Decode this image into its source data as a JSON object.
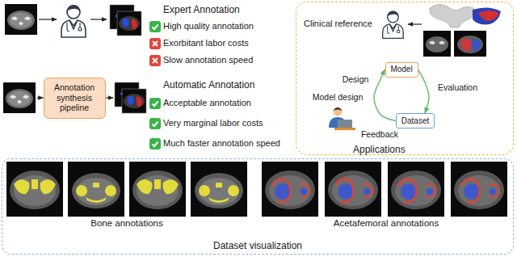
{
  "diagram": {
    "nodes": [
      {
        "text": [
          "Annotation synthesis pipeline"
        ]
      },
      {
        "text": [
          "Applications"
        ]
      },
      {
        "text": [
          "Model"
        ],
        "in": 1
      },
      {
        "text": [
          "Dataset"
        ],
        "in": 1
      },
      {
        "text": [
          "Dataset visualization"
        ]
      }
    ],
    "edges": [
      {
        "from": 2,
        "to": 3,
        "arrow": "to",
        "label": "Evaluation"
      },
      {
        "from": 3,
        "to": 2,
        "arrow": "to",
        "label": "Feedback"
      }
    ],
    "labels": [
      "Expert Annotation",
      "High quality annotation",
      "Exorbitant labor costs",
      "Slow annotation speed",
      "Automatic Annotation",
      "Acceptable annotation",
      "Very marginal labor costs",
      "Much faster annotation speed",
      "Clinical reference",
      "Design",
      "Model design",
      "Bone annotations",
      "Acetafemoral annotations"
    ]
  }
}
